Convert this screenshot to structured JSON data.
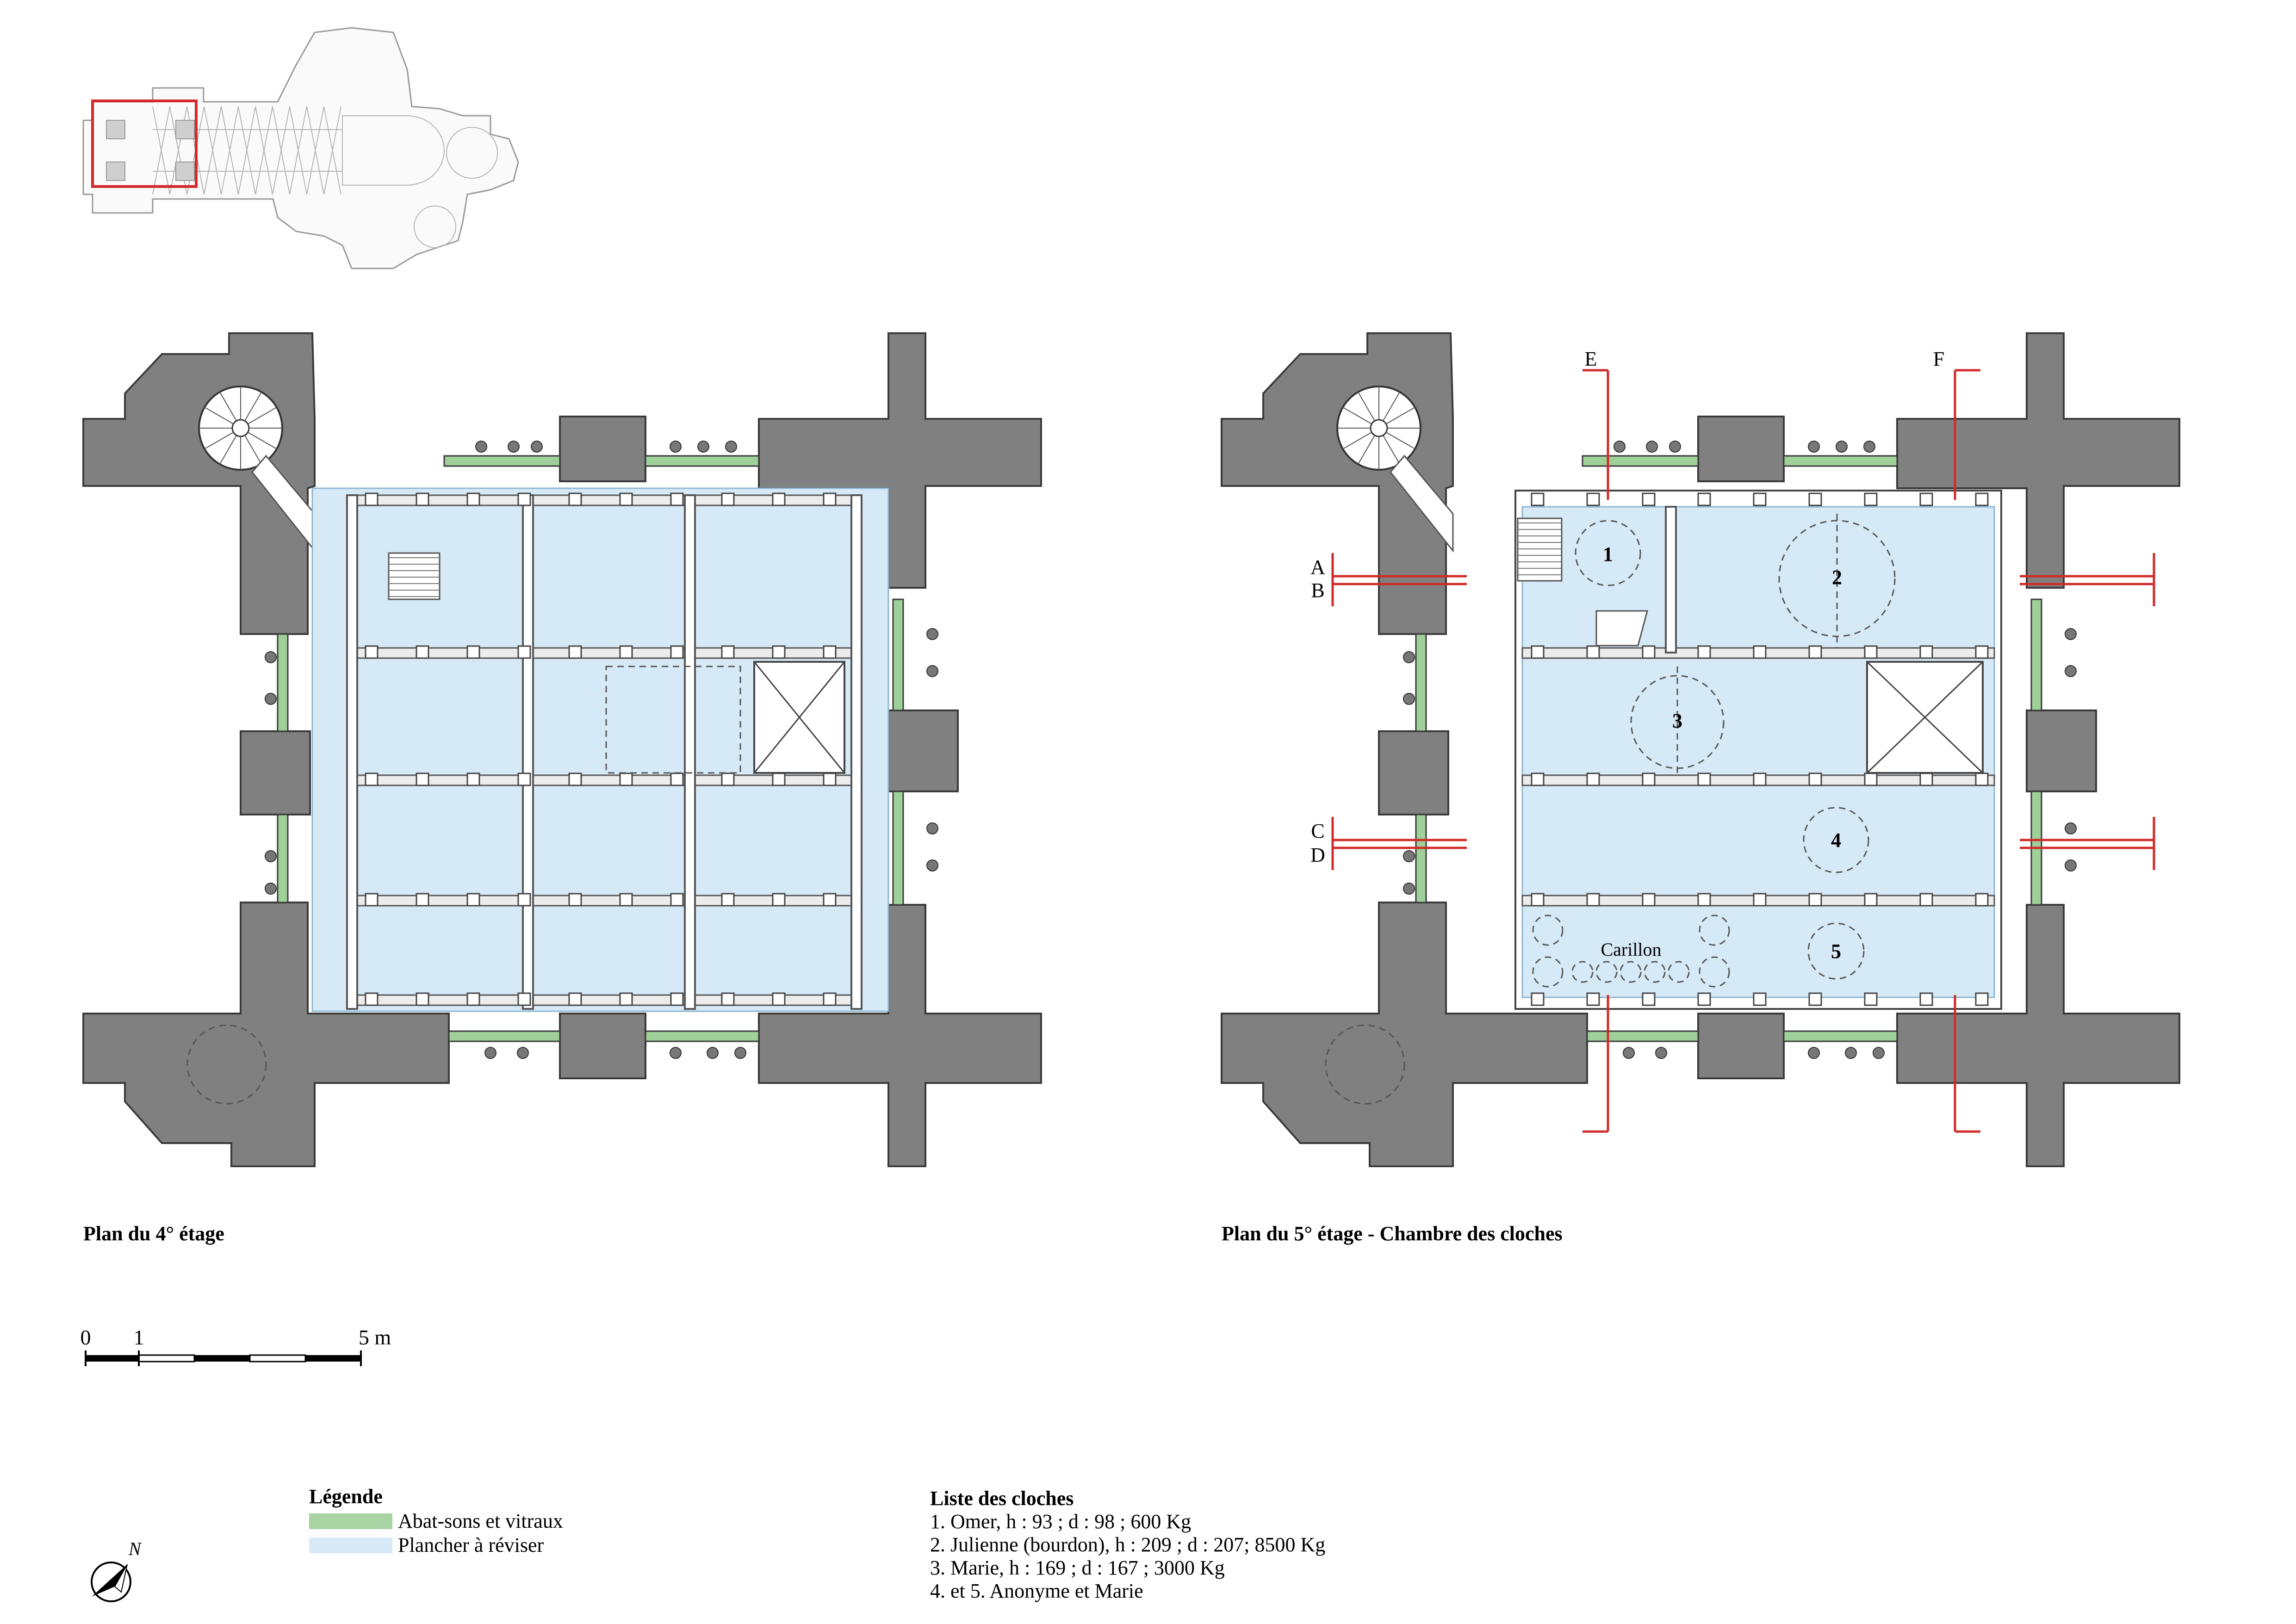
{
  "plans": {
    "floor4": {
      "title": "Plan du 4° étage"
    },
    "floor5": {
      "title": "Plan du 5° étage - Chambre des cloches"
    }
  },
  "sections": {
    "labels": [
      "A",
      "B",
      "C",
      "D",
      "E",
      "F"
    ]
  },
  "bells_on_plan": [
    "1",
    "2",
    "3",
    "4",
    "5"
  ],
  "carillon_label": "Carillon",
  "scale": {
    "ticks": [
      "0",
      "1",
      "5 m"
    ]
  },
  "legend": {
    "title": "Légende",
    "items": [
      {
        "label": "Abat-sons et vitraux",
        "color": "#a7d4a2"
      },
      {
        "label": "Plancher à réviser",
        "color": "#d8eaf7"
      }
    ]
  },
  "bells_list": {
    "title": "Liste des cloches",
    "items": [
      "1. Omer, h : 93 ; d : 98 ; 600 Kg",
      "2. Julienne (bourdon), h : 209 ; d : 207; 8500 Kg",
      "3. Marie, h : 169 ; d : 167 ; 3000 Kg",
      "4. et 5. Anonyme et Marie"
    ]
  },
  "north_label": "N",
  "colors": {
    "wall": "#808080",
    "floor": "#d6e9f6",
    "abat_sons": "#9fd09a",
    "section_line": "#d22a2a",
    "locator_box": "#d22a2a"
  }
}
